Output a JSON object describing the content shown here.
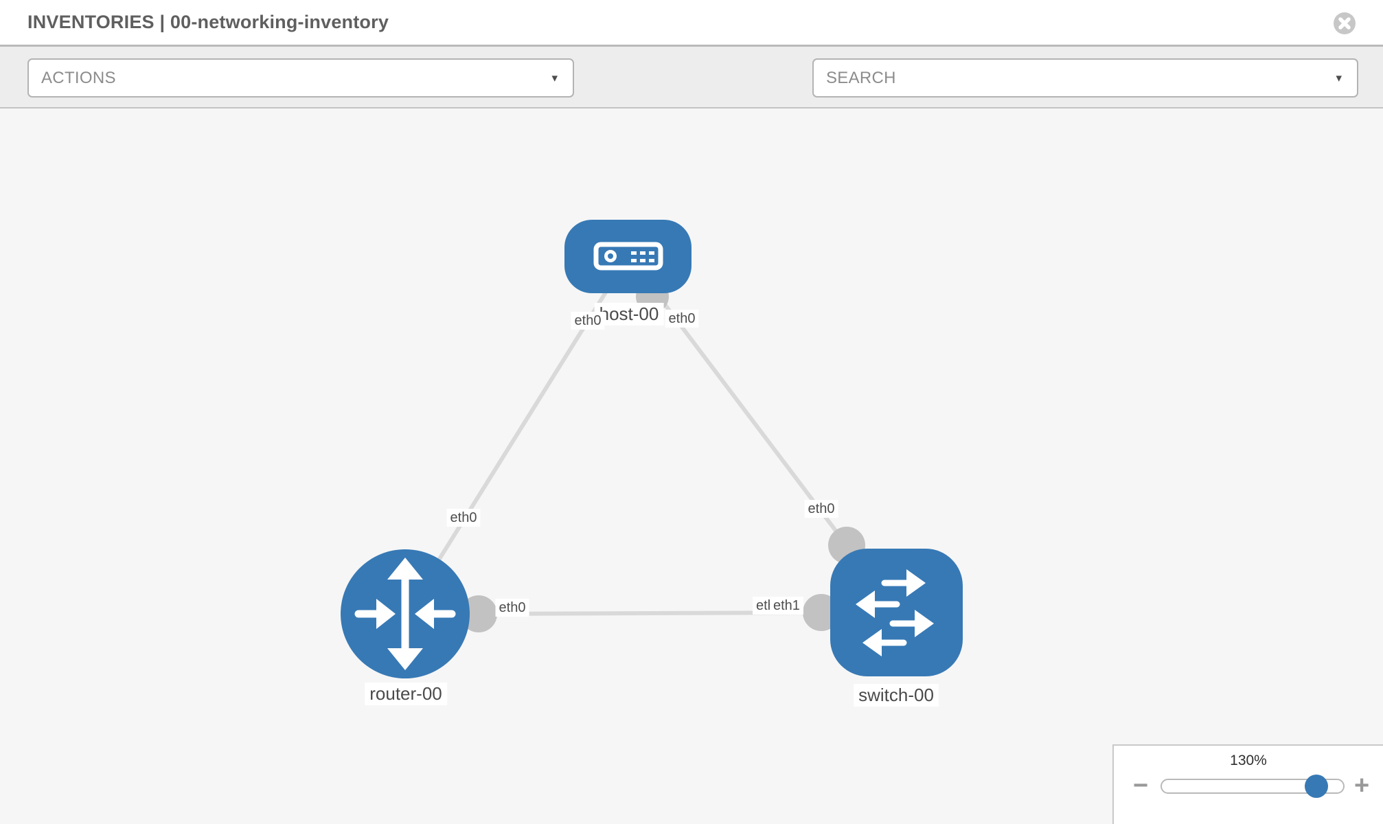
{
  "header": {
    "title": "INVENTORIES | 00-networking-inventory"
  },
  "toolbar": {
    "actions_label": "ACTIONS",
    "search_placeholder": "SEARCH",
    "caret": "▾"
  },
  "icons": {
    "close": "close-circle-icon",
    "tools": "wrench-icon",
    "credentials": "key-icon",
    "dropdown": "caret-down-icon",
    "zoom_out": "minus-icon",
    "zoom_in": "plus-icon"
  },
  "colors": {
    "node_blue": "#3779b5",
    "link_gray": "#d9d9d9",
    "connector_gray": "#c2c2c2",
    "canvas_bg": "#f6f6f6",
    "toolbar_bg": "#ededed"
  },
  "topology": {
    "nodes": [
      {
        "name": "host-00",
        "type": "host"
      },
      {
        "name": "router-00",
        "type": "router"
      },
      {
        "name": "switch-00",
        "type": "switch"
      }
    ],
    "links": [
      {
        "from": "router-00",
        "from_interface": "eth0",
        "to": "host-00",
        "to_interface": "eth0"
      },
      {
        "from": "host-00",
        "from_interface": "eth0",
        "to": "switch-00",
        "to_interface": "eth0"
      },
      {
        "from": "router-00",
        "from_interface": "eth0",
        "to": "switch-00",
        "to_interface": "eth1"
      }
    ],
    "interface_labels": [
      "eth0",
      "eth0",
      "eth0",
      "eth0",
      "eth0",
      "eth0",
      "eth1"
    ]
  },
  "zoom_control": {
    "level": "130%",
    "minus": "−",
    "plus": "+"
  }
}
